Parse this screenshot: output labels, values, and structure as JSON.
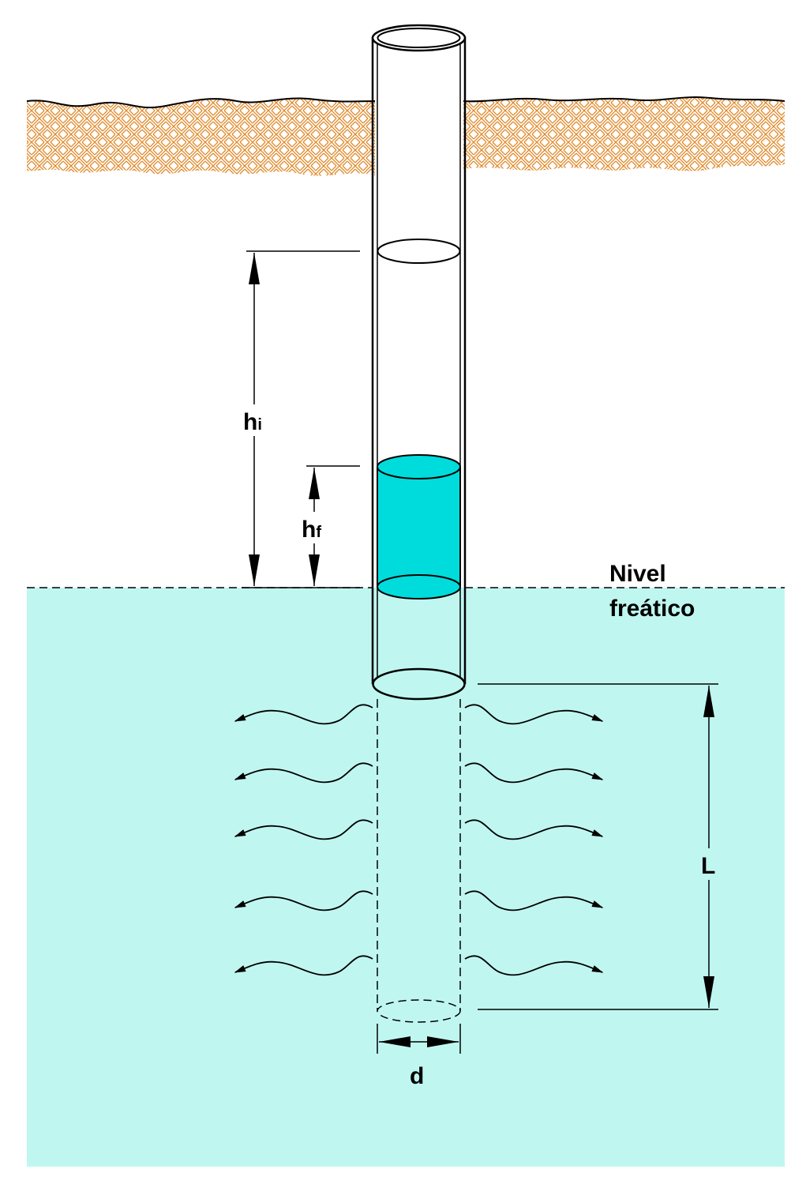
{
  "labels": {
    "h_initial": {
      "base": "h",
      "sub": "i"
    },
    "h_final": {
      "base": "h",
      "sub": "f"
    },
    "water_table_line1": "Nivel",
    "water_table_line2": "freático",
    "length": "L",
    "diameter": "d"
  },
  "colors": {
    "soil_hatch": "#e08a2c",
    "groundwater": "#bff7f0",
    "water_in_tube": "#00dcdc",
    "outline": "#000000",
    "background": "#ffffff"
  }
}
